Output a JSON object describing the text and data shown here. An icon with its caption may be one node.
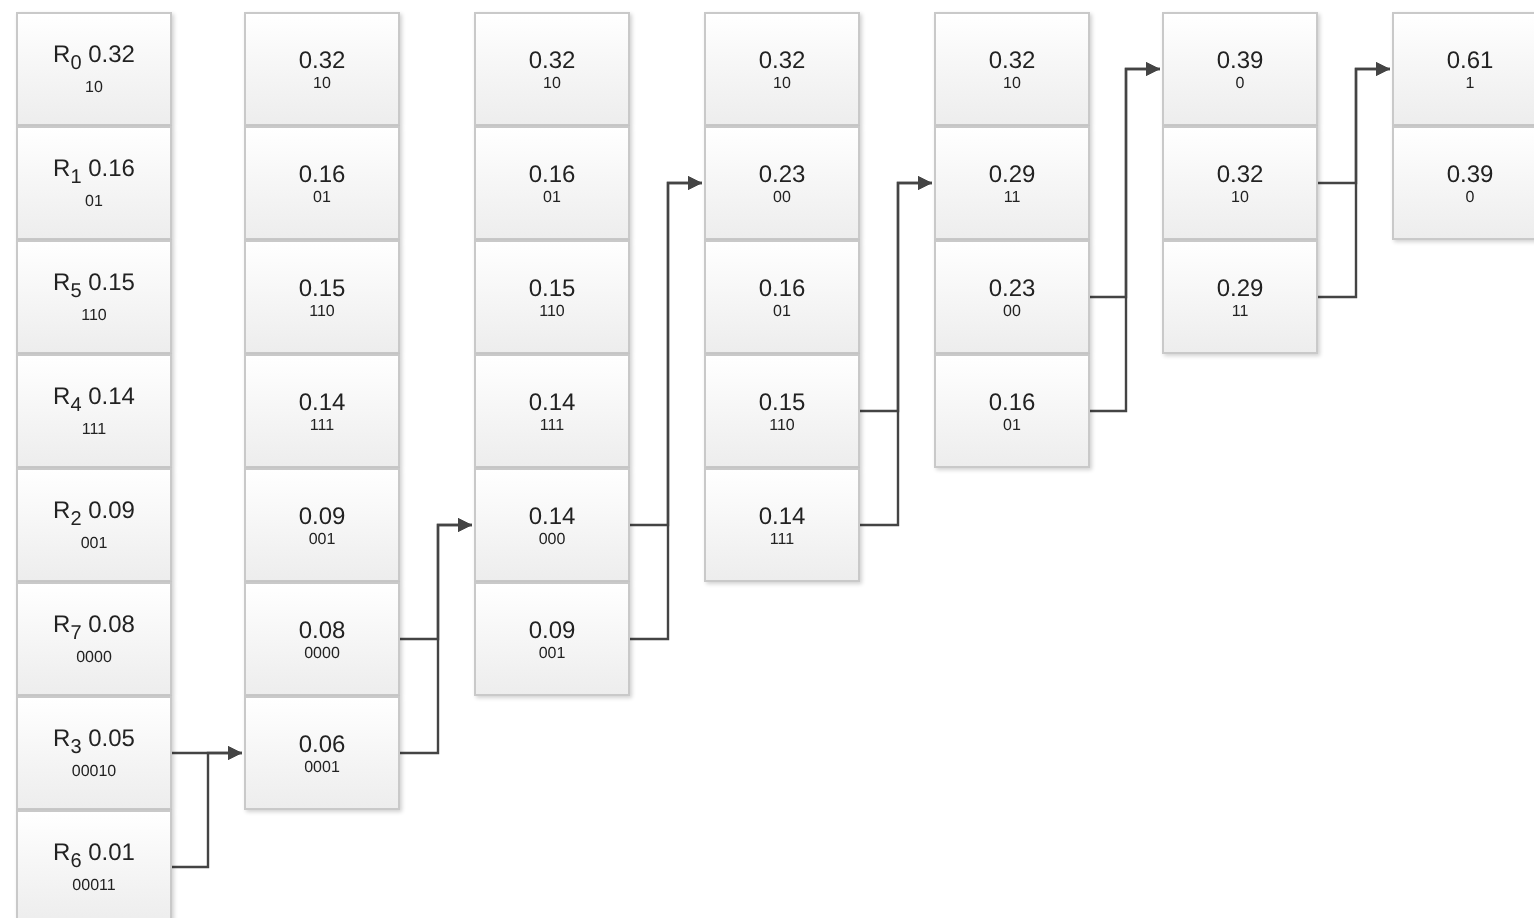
{
  "diagram": {
    "nodes": [
      {
        "text": [
          "R$_{0}$ 0.32",
          "10"
        ]
      },
      {
        "text": [
          "R$_{1}$ 0.16",
          "01"
        ]
      },
      {
        "text": [
          "R$_{5}$ 0.15",
          "110"
        ]
      },
      {
        "text": [
          "R$_{4}$ 0.14",
          "111"
        ]
      },
      {
        "text": [
          "R$_{2}$ 0.09",
          "001"
        ]
      },
      {
        "text": [
          "R$_{7}$ 0.08",
          "0000"
        ]
      },
      {
        "text": [
          "R$_{3}$ 0.05",
          "00010"
        ]
      },
      {
        "text": [
          "R$_{6}$ 0.01",
          "00011"
        ]
      },
      {
        "text": [
          "0.32",
          "10"
        ]
      },
      {
        "text": [
          "0.16",
          "01"
        ]
      },
      {
        "text": [
          "0.15",
          "110"
        ]
      },
      {
        "text": [
          "0.14",
          "111"
        ]
      },
      {
        "text": [
          "0.09",
          "001"
        ]
      },
      {
        "text": [
          "0.08",
          "0000"
        ]
      },
      {
        "text": [
          "0.06",
          "0001"
        ]
      },
      {
        "text": [
          "0.32",
          "10"
        ]
      },
      {
        "text": [
          "0.16",
          "01"
        ]
      },
      {
        "text": [
          "0.15",
          "110"
        ]
      },
      {
        "text": [
          "0.14",
          "111"
        ]
      },
      {
        "text": [
          "0.14",
          "000"
        ]
      },
      {
        "text": [
          "0.09",
          "001"
        ]
      },
      {
        "text": [
          "0.32",
          "10"
        ]
      },
      {
        "text": [
          "0.23",
          "00"
        ]
      },
      {
        "text": [
          "0.16",
          "01"
        ]
      },
      {
        "text": [
          "0.15",
          "110"
        ]
      },
      {
        "text": [
          "0.14",
          "111"
        ]
      },
      {
        "text": [
          "0.32",
          "10"
        ]
      },
      {
        "text": [
          "0.29",
          "11"
        ]
      },
      {
        "text": [
          "0.23",
          "00"
        ]
      },
      {
        "text": [
          "0.16",
          "01"
        ]
      },
      {
        "text": [
          "0.39",
          "0"
        ]
      },
      {
        "text": [
          "0.32",
          "10"
        ]
      },
      {
        "text": [
          "0.29",
          "11"
        ]
      },
      {
        "text": [
          "0.61",
          "1"
        ]
      },
      {
        "text": [
          "0.39",
          "0"
        ]
      }
    ],
    "edges": [
      {
        "from": 6,
        "to": 14,
        "arrow": "to"
      },
      {
        "from": 7,
        "to": 14,
        "arrow": "to"
      },
      {
        "from": 13,
        "to": 19,
        "arrow": "to"
      },
      {
        "from": 14,
        "to": 19,
        "arrow": "to"
      },
      {
        "from": 19,
        "to": 22,
        "arrow": "to"
      },
      {
        "from": 20,
        "to": 22,
        "arrow": "to"
      },
      {
        "from": 24,
        "to": 27,
        "arrow": "to"
      },
      {
        "from": 25,
        "to": 27,
        "arrow": "to"
      },
      {
        "from": 28,
        "to": 30,
        "arrow": "to"
      },
      {
        "from": 29,
        "to": 30,
        "arrow": "to"
      },
      {
        "from": 31,
        "to": 33,
        "arrow": "to"
      },
      {
        "from": 32,
        "to": 33,
        "arrow": "to"
      }
    ]
  }
}
